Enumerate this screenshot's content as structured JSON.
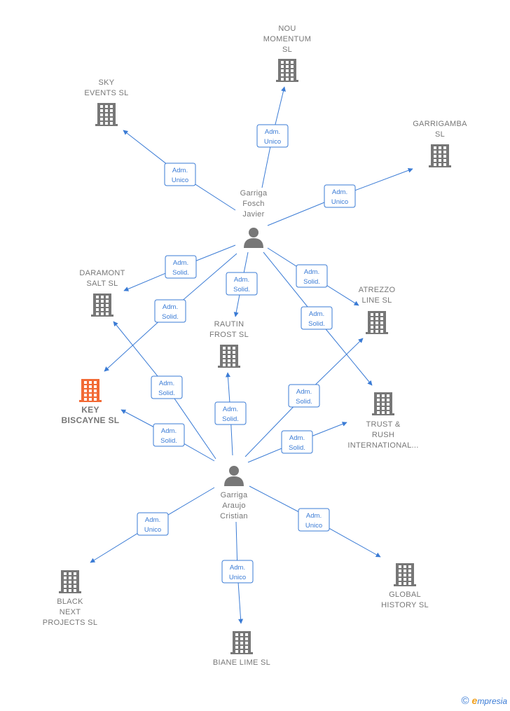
{
  "colors": {
    "edge": "#3a7bd5",
    "building": "#777777",
    "building_focus": "#f26a35",
    "person": "#777777",
    "label": "#777777"
  },
  "nodes": [
    {
      "id": "nou",
      "type": "company",
      "lines": [
        "NOU",
        "MOMENTUM",
        "SL"
      ],
      "focus": false
    },
    {
      "id": "sky",
      "type": "company",
      "lines": [
        "SKY",
        "EVENTS  SL"
      ],
      "focus": false
    },
    {
      "id": "garrigamba",
      "type": "company",
      "lines": [
        "GARRIGAMBA",
        "SL"
      ],
      "focus": false
    },
    {
      "id": "javier",
      "type": "person",
      "lines": [
        "Garriga",
        "Fosch",
        "Javier"
      ],
      "focus": false
    },
    {
      "id": "daramont",
      "type": "company",
      "lines": [
        "DARAMONT",
        "SALT  SL"
      ],
      "focus": false
    },
    {
      "id": "atrezzo",
      "type": "company",
      "lines": [
        "ATREZZO",
        "LINE  SL"
      ],
      "focus": false
    },
    {
      "id": "rautin",
      "type": "company",
      "lines": [
        "RAUTIN",
        "FROST  SL"
      ],
      "focus": false
    },
    {
      "id": "key",
      "type": "company",
      "lines": [
        "KEY",
        "BISCAYNE  SL"
      ],
      "focus": true
    },
    {
      "id": "trust",
      "type": "company",
      "lines": [
        "TRUST &",
        "RUSH",
        "INTERNATIONAL..."
      ],
      "focus": false
    },
    {
      "id": "cristian",
      "type": "person",
      "lines": [
        "Garriga",
        "Araujo",
        "Cristian"
      ],
      "focus": false
    },
    {
      "id": "black",
      "type": "company",
      "lines": [
        "BLACK",
        "NEXT",
        "PROJECTS  SL"
      ],
      "focus": false
    },
    {
      "id": "global",
      "type": "company",
      "lines": [
        "GLOBAL",
        "HISTORY  SL"
      ],
      "focus": false
    },
    {
      "id": "biane",
      "type": "company",
      "lines": [
        "BIANE LIME  SL"
      ],
      "focus": false
    }
  ],
  "edges": [
    {
      "from": "javier",
      "to": "nou",
      "lines": [
        "Adm.",
        "Unico"
      ]
    },
    {
      "from": "javier",
      "to": "sky",
      "lines": [
        "Adm.",
        "Unico"
      ]
    },
    {
      "from": "javier",
      "to": "garrigamba",
      "lines": [
        "Adm.",
        "Unico"
      ]
    },
    {
      "from": "javier",
      "to": "daramont",
      "lines": [
        "Adm.",
        "Solid."
      ]
    },
    {
      "from": "javier",
      "to": "rautin",
      "lines": [
        "Adm.",
        "Solid."
      ]
    },
    {
      "from": "javier",
      "to": "atrezzo",
      "lines": [
        "Adm.",
        "Solid."
      ]
    },
    {
      "from": "javier",
      "to": "key",
      "lines": [
        "Adm.",
        "Solid."
      ]
    },
    {
      "from": "javier",
      "to": "trust",
      "lines": [
        "Adm.",
        "Solid."
      ]
    },
    {
      "from": "cristian",
      "to": "daramont",
      "lines": [
        "Adm.",
        "Solid."
      ]
    },
    {
      "from": "cristian",
      "to": "rautin",
      "lines": [
        "Adm.",
        "Solid."
      ]
    },
    {
      "from": "cristian",
      "to": "atrezzo",
      "lines": [
        "Adm.",
        "Solid."
      ]
    },
    {
      "from": "cristian",
      "to": "key",
      "lines": [
        "Adm.",
        "Solid."
      ]
    },
    {
      "from": "cristian",
      "to": "trust",
      "lines": [
        "Adm.",
        "Solid."
      ]
    },
    {
      "from": "cristian",
      "to": "black",
      "lines": [
        "Adm.",
        "Unico"
      ]
    },
    {
      "from": "cristian",
      "to": "biane",
      "lines": [
        "Adm.",
        "Unico"
      ]
    },
    {
      "from": "cristian",
      "to": "global",
      "lines": [
        "Adm.",
        "Unico"
      ]
    }
  ],
  "brand": {
    "copyright": "©",
    "initial": "e",
    "rest": "mpresia"
  }
}
